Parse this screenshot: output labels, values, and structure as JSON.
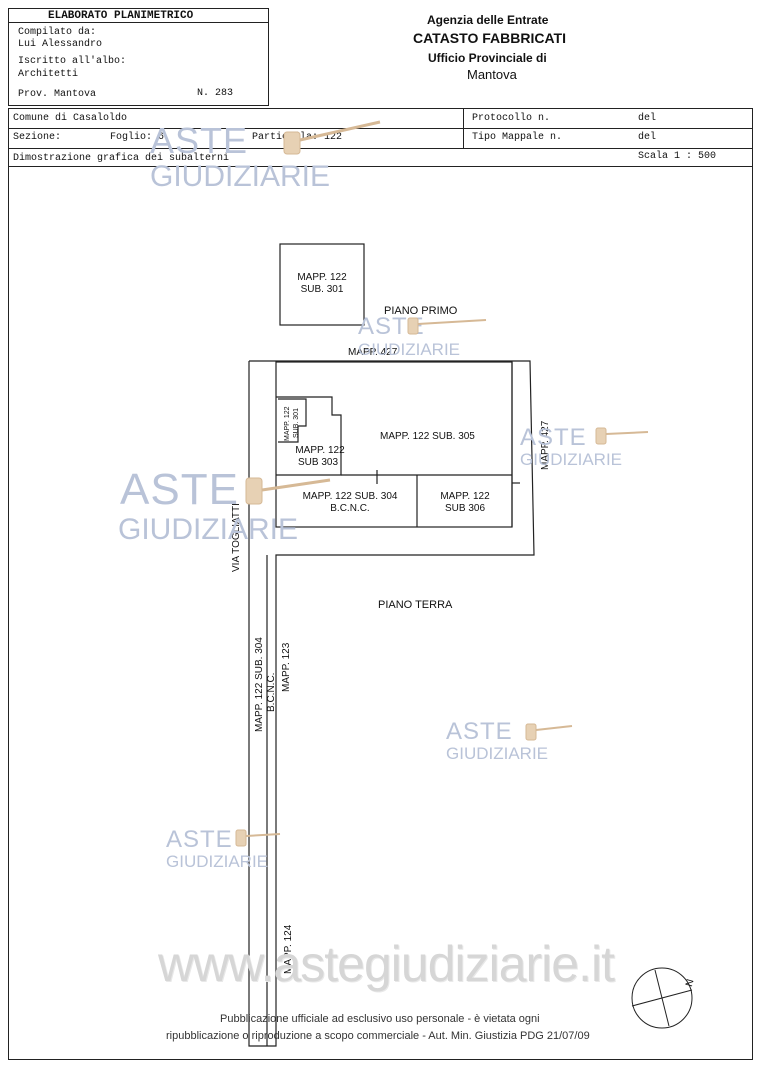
{
  "header": {
    "title": "ELABORATO PLANIMETRICO",
    "compiled_label": "Compilato da:",
    "compiled_name": "Lui Alessandro",
    "registered_label": "Iscritto all'albo:",
    "registered_value": "Architetti",
    "province": "Prov. Mantova",
    "number": "N. 283"
  },
  "agency": {
    "line1": "Agenzia delle Entrate",
    "line2": "CATASTO FABBRICATI",
    "line3": "Ufficio Provinciale di",
    "line4": "Mantova"
  },
  "info": {
    "comune": "Comune di Casaloldo",
    "sezione": "Sezione:",
    "foglio": "Foglio: 6",
    "particella": "Particella: 122",
    "protocollo": "Protocollo n.",
    "del1": "del",
    "tipo_mappale": "Tipo Mappale n.",
    "del2": "del",
    "dimostrazione": "Dimostrazione grafica dei subalterni",
    "scala": "Scala 1 : 500"
  },
  "plan": {
    "sub301": [
      "MAPP. 122",
      "SUB. 301"
    ],
    "piano_primo": "PIANO PRIMO",
    "mapp427_top": "MAPP. 427",
    "mapp427_right": "MAPP. 427",
    "small_sub301": [
      "MAPP. 122",
      "SUB. 301"
    ],
    "sub303": [
      "MAPP. 122",
      "SUB 303"
    ],
    "sub305": "MAPP. 122 SUB. 305",
    "sub304": [
      "MAPP. 122 SUB. 304",
      "B.C.N.C."
    ],
    "sub306": [
      "MAPP. 122",
      "SUB 306"
    ],
    "via": "VIA TOGLIATTI",
    "piano_terra": "PIANO TERRA",
    "strip304": [
      "MAPP. 122 SUB. 304",
      "B.C.N.C."
    ],
    "mapp123": "MAPP. 123",
    "mapp124": "MAPP. 124",
    "north": "N"
  },
  "watermark": {
    "aste": "ASTE",
    "giudiziarie": "GIUDIZIARIE",
    "site": "www.astegiudiziarie.it"
  },
  "footer": {
    "line1": "Pubblicazione ufficiale ad esclusivo uso personale - è vietata ogni",
    "line2": "ripubblicazione o riproduzione a scopo commerciale - Aut. Min. Giustizia PDG 21/07/09"
  }
}
